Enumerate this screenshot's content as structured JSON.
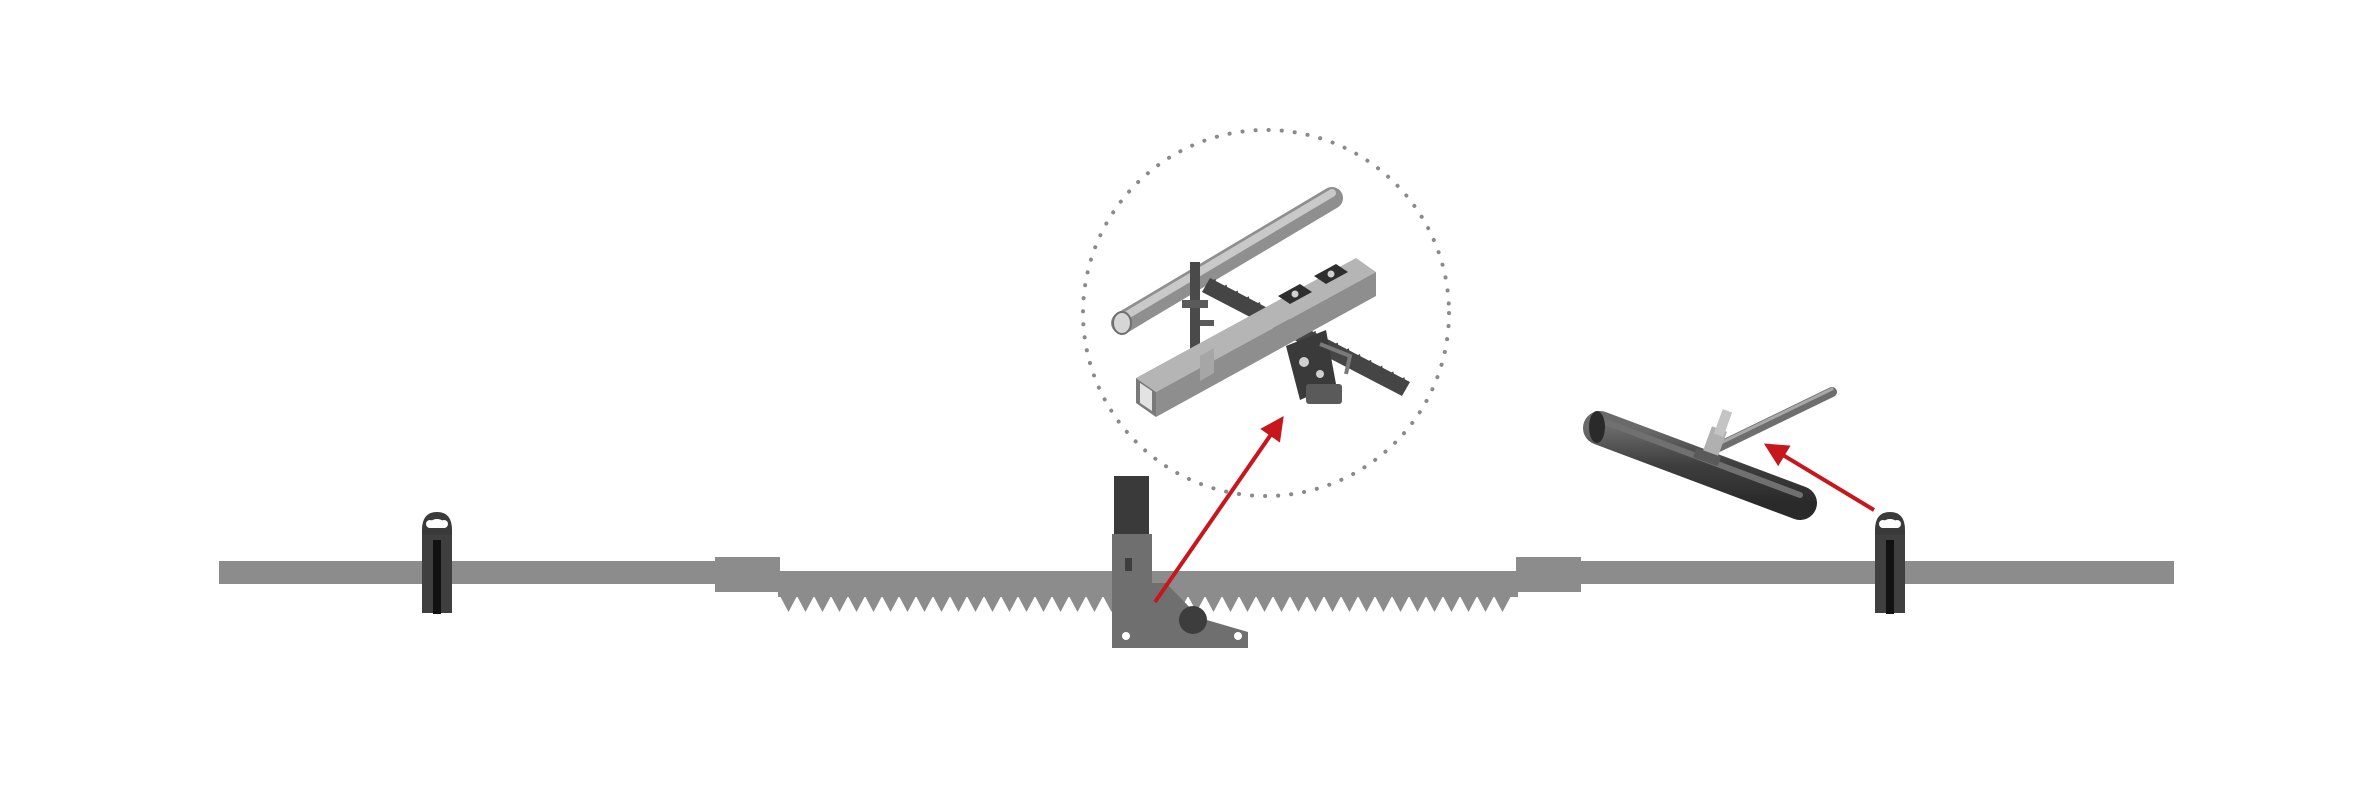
{
  "diagram": {
    "parts": [
      {
        "id": "left-rod",
        "color": "#8c8c8c"
      },
      {
        "id": "left-coupler",
        "color": "#8c8c8c"
      },
      {
        "id": "rack",
        "color": "#8c8c8c"
      },
      {
        "id": "right-coupler",
        "color": "#8c8c8c"
      },
      {
        "id": "right-rod",
        "color": "#8c8c8c"
      },
      {
        "id": "left-clamp",
        "color": "#3f3f3f"
      },
      {
        "id": "right-clamp",
        "color": "#3f3f3f"
      },
      {
        "id": "drive-bracket",
        "color": "#6f6f6f"
      }
    ],
    "callouts": [
      {
        "id": "bracket-detail",
        "shape": "dotted-circle",
        "arrow_color": "#c8161d"
      },
      {
        "id": "clamp-detail",
        "shape": "none",
        "arrow_color": "#c8161d"
      }
    ],
    "colors": {
      "bar": "#8c8c8c",
      "dark_part": "#3f3f3f",
      "arrow": "#c8161d",
      "dotted_circle": "#8a8a8a",
      "background": "#ffffff"
    }
  }
}
